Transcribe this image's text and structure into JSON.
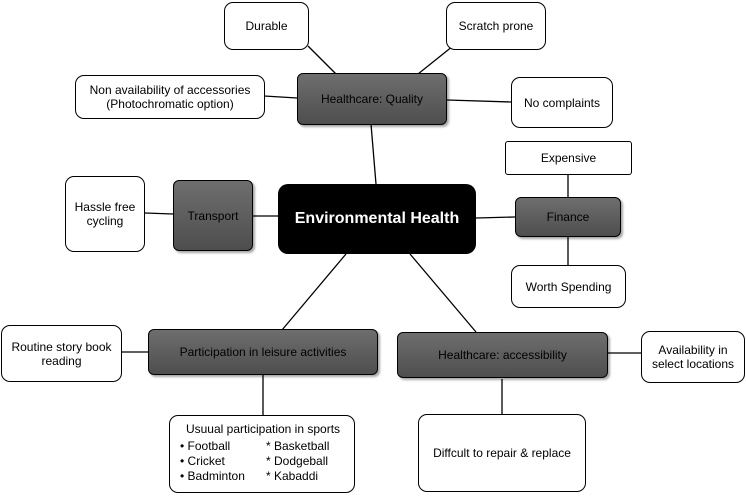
{
  "diagram": {
    "center": "Environmental Health",
    "quality": {
      "label": "Healthcare: Quality",
      "durable": "Durable",
      "scratch": "Scratch prone",
      "accessories_line1": "Non availability of accessories",
      "accessories_line2": "(Photochromatic option)",
      "no_complaints": "No complaints"
    },
    "transport": {
      "label": "Transport",
      "hassle_line1": "Hassle free",
      "hassle_line2": "cycling"
    },
    "finance": {
      "label": "Finance",
      "expensive": "Expensive",
      "worth": "Worth Spending"
    },
    "leisure": {
      "label": "Participation in leisure activities",
      "story_line1": "Routine story book",
      "story_line2": "reading",
      "sports_title": "Usuual participation in sports",
      "sports": [
        "• Football",
        "* Basketball",
        "• Cricket",
        "* Dodgeball",
        "• Badminton",
        "* Kabaddi"
      ]
    },
    "access": {
      "label": "Healthcare: accessibility",
      "avail_line1": "Availability in",
      "avail_line2": "select locations",
      "repair": "Diffcult to repair & replace"
    }
  }
}
